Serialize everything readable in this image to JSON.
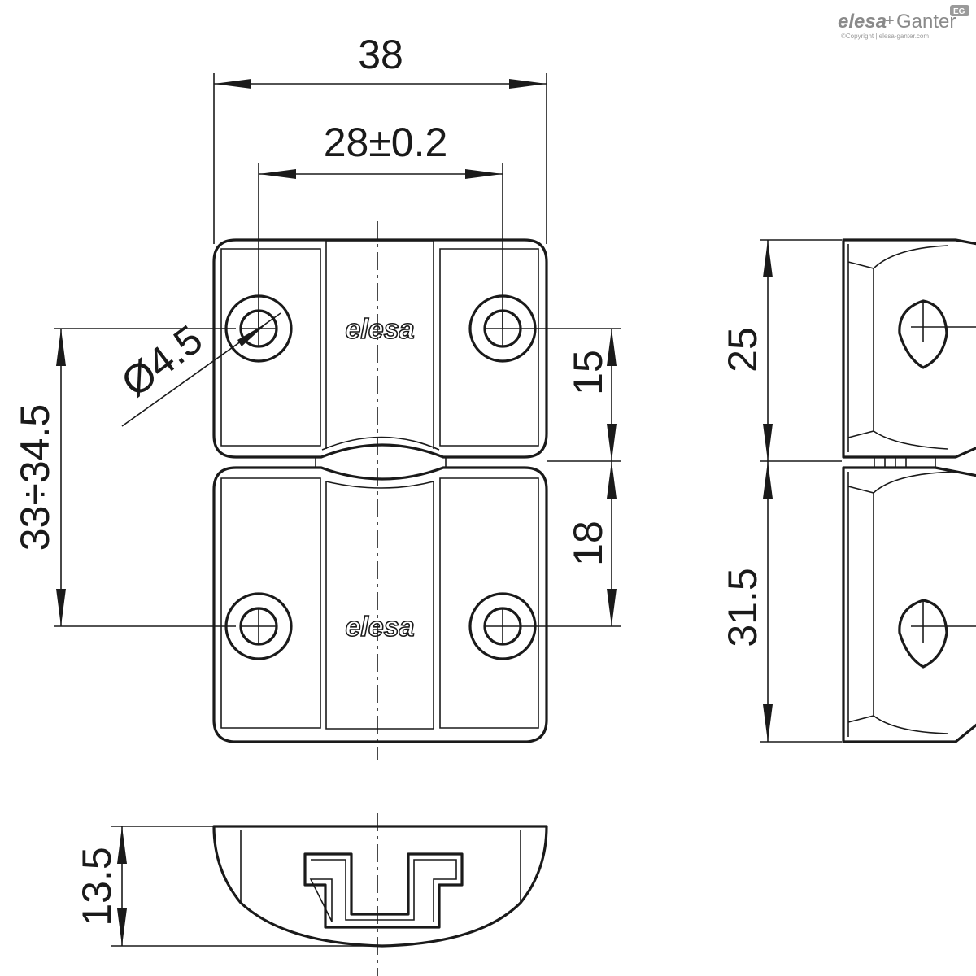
{
  "brand": {
    "logo_left": "elesa",
    "logo_plus": "+",
    "logo_right": "Ganter",
    "badge": "EG",
    "copyright": "©Copyright | elesa-ganter.com"
  },
  "part_marking": {
    "top_leaf": "elesa",
    "bottom_leaf": "elesa"
  },
  "dimensions": {
    "overall_width": "38",
    "hole_spacing": "28±0.2",
    "hole_diameter": "Ø4.5",
    "hole_distance_range": "33÷34.5",
    "top_hole_to_axis": "15",
    "bottom_hole_to_axis": "18",
    "top_leaf_length": "25",
    "bottom_leaf_length": "31.5",
    "thickness": "13.5"
  }
}
